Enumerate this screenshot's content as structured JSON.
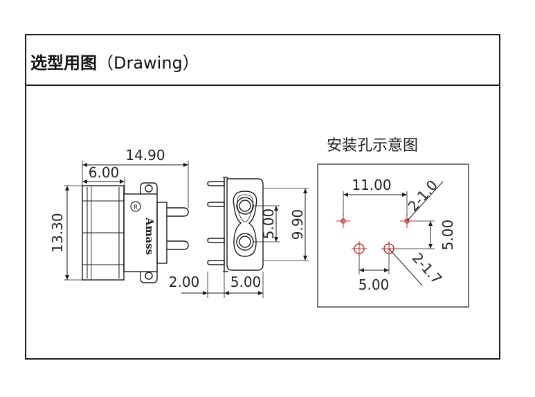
{
  "header": {
    "title_zh": "选型用图",
    "title_en": "（Drawing）"
  },
  "side_view": {
    "overall_width": "14.90",
    "partial_width": "6.00",
    "height": "13.30",
    "brand_mark": "Amass",
    "registered_mark": "R"
  },
  "front_view": {
    "pin_offset": "2.00",
    "pin_pitch": "5.00",
    "inner_height": "5.00",
    "outer_height": "9.90"
  },
  "mounting_holes": {
    "caption": "安装孔示意图",
    "span": "11.00",
    "small_holes": "2-1.0",
    "vertical_offset": "5.00",
    "large_hole_pitch": "5.00",
    "large_holes": "2-1.7"
  },
  "colors": {
    "line": "#1a1a1a",
    "hole": "#b5332b"
  }
}
